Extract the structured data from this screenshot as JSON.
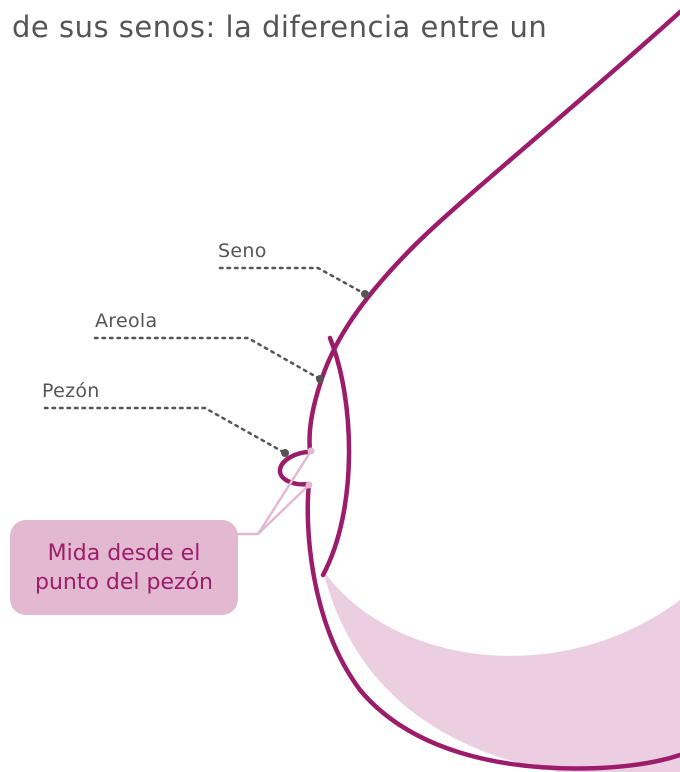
{
  "heading": "de sus senos: la diferencia entre un",
  "labels": {
    "breast": "Seno",
    "areola": "Areola",
    "nipple": "Pezón"
  },
  "callout": {
    "line1": "Mida desde el",
    "line2": "punto del pezón"
  },
  "colors": {
    "outline": "#9b1c6b",
    "fill": "#ebcfe0",
    "callout_bg": "#e3b9d2",
    "callout_text": "#9d1d6c",
    "leader": "#555555"
  }
}
